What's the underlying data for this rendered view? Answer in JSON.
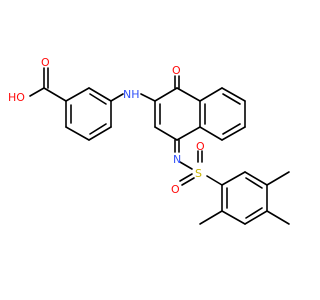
{
  "molecule": {
    "atoms": {
      "oh": "HO",
      "acid_o": "O",
      "nh": "NH",
      "ketone_o": "O",
      "imine_n": "N",
      "sulfur": "S",
      "so_left": "O",
      "so_top": "O"
    },
    "colors": {
      "oxygen": "#ff0d0d",
      "nitrogen": "#3050f8",
      "sulfur": "#c8b400",
      "carbon_bond": "#000000"
    }
  }
}
